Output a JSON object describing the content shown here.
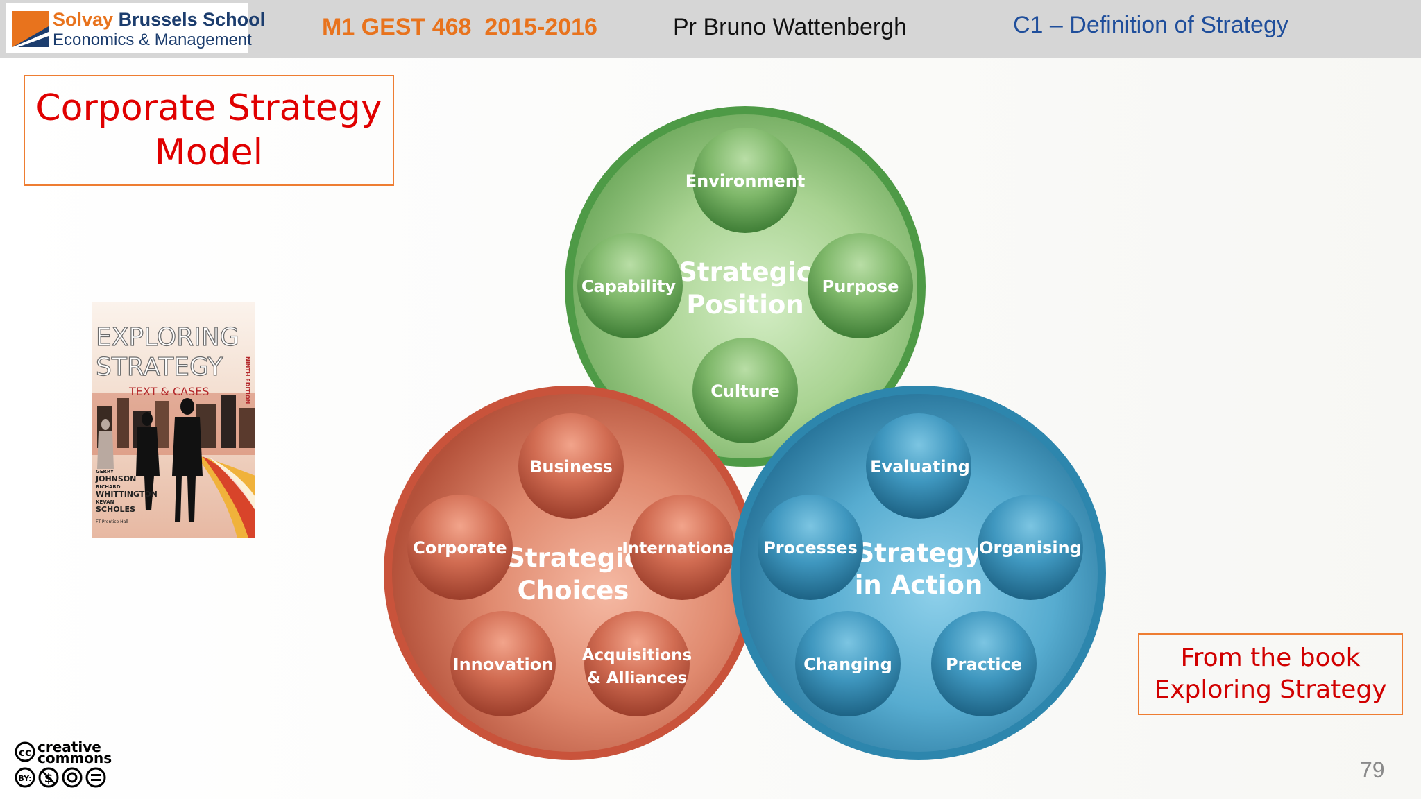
{
  "header": {
    "logo": {
      "name_bold": "Solvay",
      "name_rest": " Brussels School",
      "subline": "Economics & Management"
    },
    "course": "M1 GEST 468  2015-2016",
    "professor": "Pr Bruno Wattenbergh",
    "chapter": "C1 – Definition of Strategy"
  },
  "title": {
    "line1": "Corporate Strategy",
    "line2": "Model"
  },
  "book_cover": {
    "title_line1": "EXPLORING",
    "title_line2": "STRATEGY",
    "subtitle": "TEXT & CASES",
    "edition": "NINTH EDITION",
    "authors": [
      {
        "first": "GERRY",
        "last": "JOHNSON"
      },
      {
        "first": "RICHARD",
        "last": "WHITTINGTON"
      },
      {
        "first": "KEVAN",
        "last": "SCHOLES"
      }
    ],
    "publisher": "FT Prentice Hall"
  },
  "diagram": {
    "position": {
      "title_line1": "Strategic",
      "title_line2": "Position",
      "nodes": [
        "Environment",
        "Capability",
        "Purpose",
        "Culture"
      ],
      "color": "#4e9a46"
    },
    "choices": {
      "title_line1": "Strategic",
      "title_line2": "Choices",
      "nodes": [
        "Business",
        "Corporate",
        "International",
        "Innovation",
        "Acquisitions",
        "& Alliances"
      ],
      "color": "#c9533b"
    },
    "action": {
      "title_line1": "Strategy",
      "title_line2": "in Action",
      "nodes": [
        "Evaluating",
        "Processes",
        "Organising",
        "Changing",
        "Practice"
      ],
      "color": "#2d86ad"
    }
  },
  "source": {
    "line1": "From the book",
    "line2": "Exploring Strategy"
  },
  "footer": {
    "cc": {
      "line1": "creative",
      "line2": "commons",
      "by": "BY:"
    },
    "page_number": "79"
  }
}
